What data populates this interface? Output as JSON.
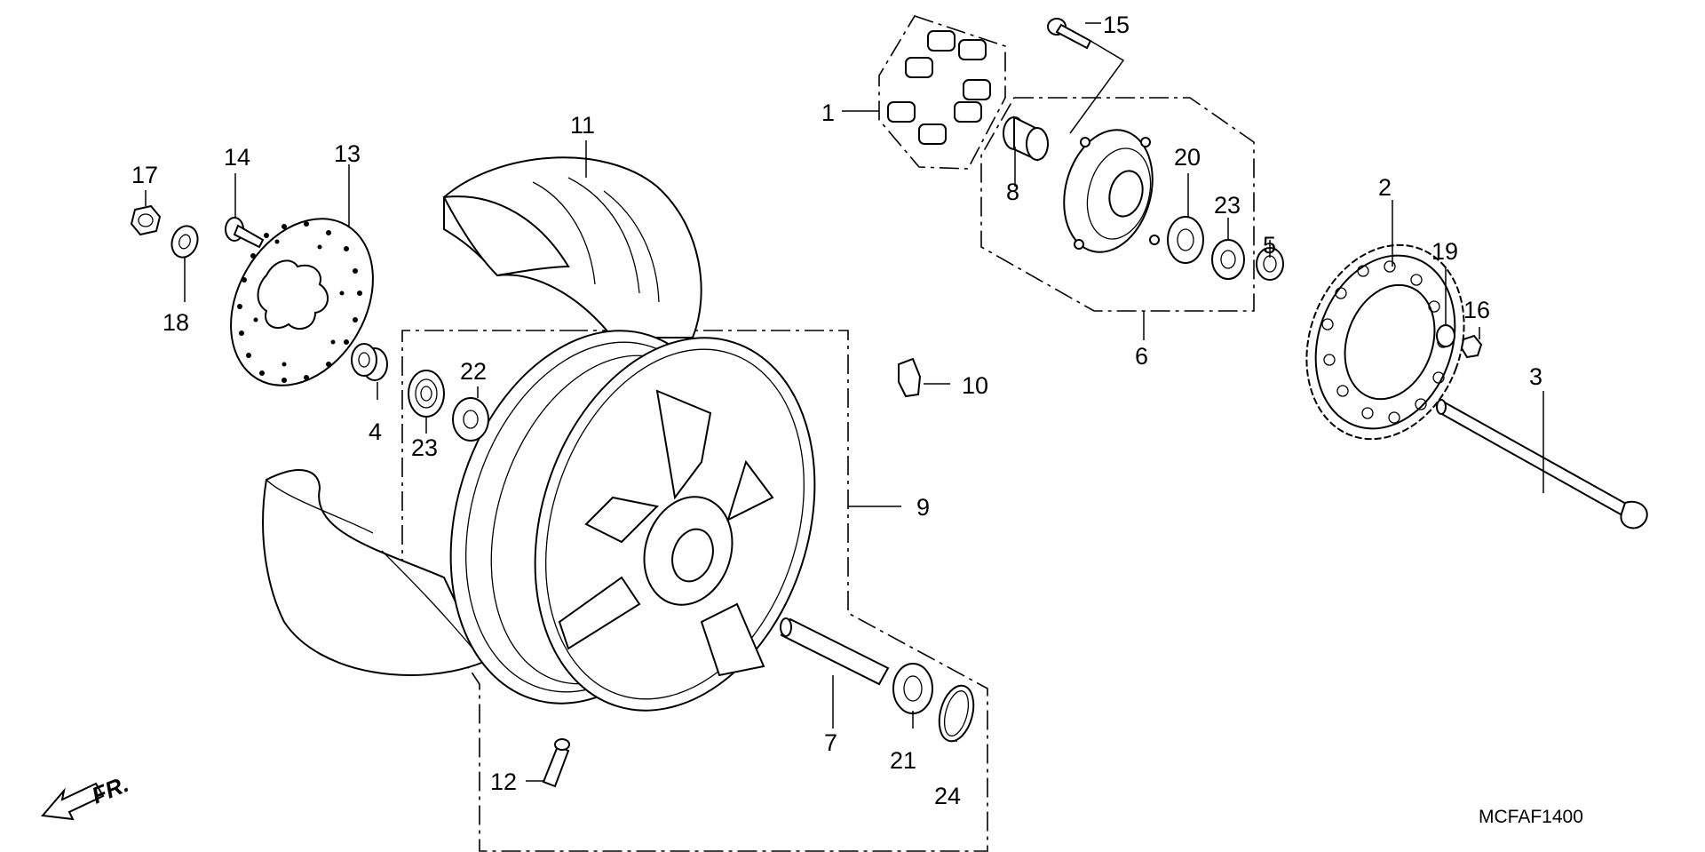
{
  "diagram": {
    "code": "MCFAF1400",
    "direction_label": "FR."
  },
  "callouts": [
    "1",
    "2",
    "3",
    "4",
    "5",
    "6",
    "7",
    "8",
    "9",
    "10",
    "11",
    "12",
    "13",
    "14",
    "15",
    "16",
    "17",
    "18",
    "19",
    "20",
    "21",
    "22",
    "23",
    "23",
    "24"
  ],
  "colors": {
    "ink": "#000000",
    "paper": "#ffffff"
  }
}
